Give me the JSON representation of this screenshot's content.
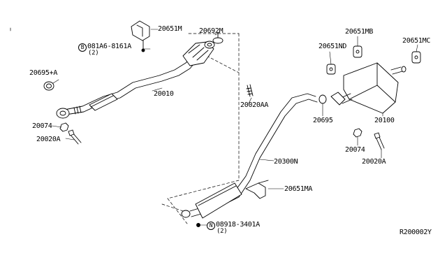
{
  "diagram": {
    "part_numbers": {
      "p20651M": "20651M",
      "p20692M": "20692M",
      "p20695A": "20695+A",
      "p20010": "20010",
      "p20074_left": "20074",
      "p20020A_left": "20020A",
      "p20020AA": "20020AA",
      "p20651MB": "20651MB",
      "p20651ND": "20651ND",
      "p20651MC": "20651MC",
      "p20695": "20695",
      "p20100": "20100",
      "p20074_right": "20074",
      "p20020A_right": "20020A",
      "p20300N": "20300N",
      "p20651MA": "20651MA"
    },
    "bolt_callouts": {
      "b_prefix": "B",
      "b_number": "081A6-8161A",
      "b_qty": "(2)",
      "n_prefix": "N",
      "n_number": "08918-3401A",
      "n_qty": "(2)"
    },
    "diagram_code": "R200002Y"
  }
}
